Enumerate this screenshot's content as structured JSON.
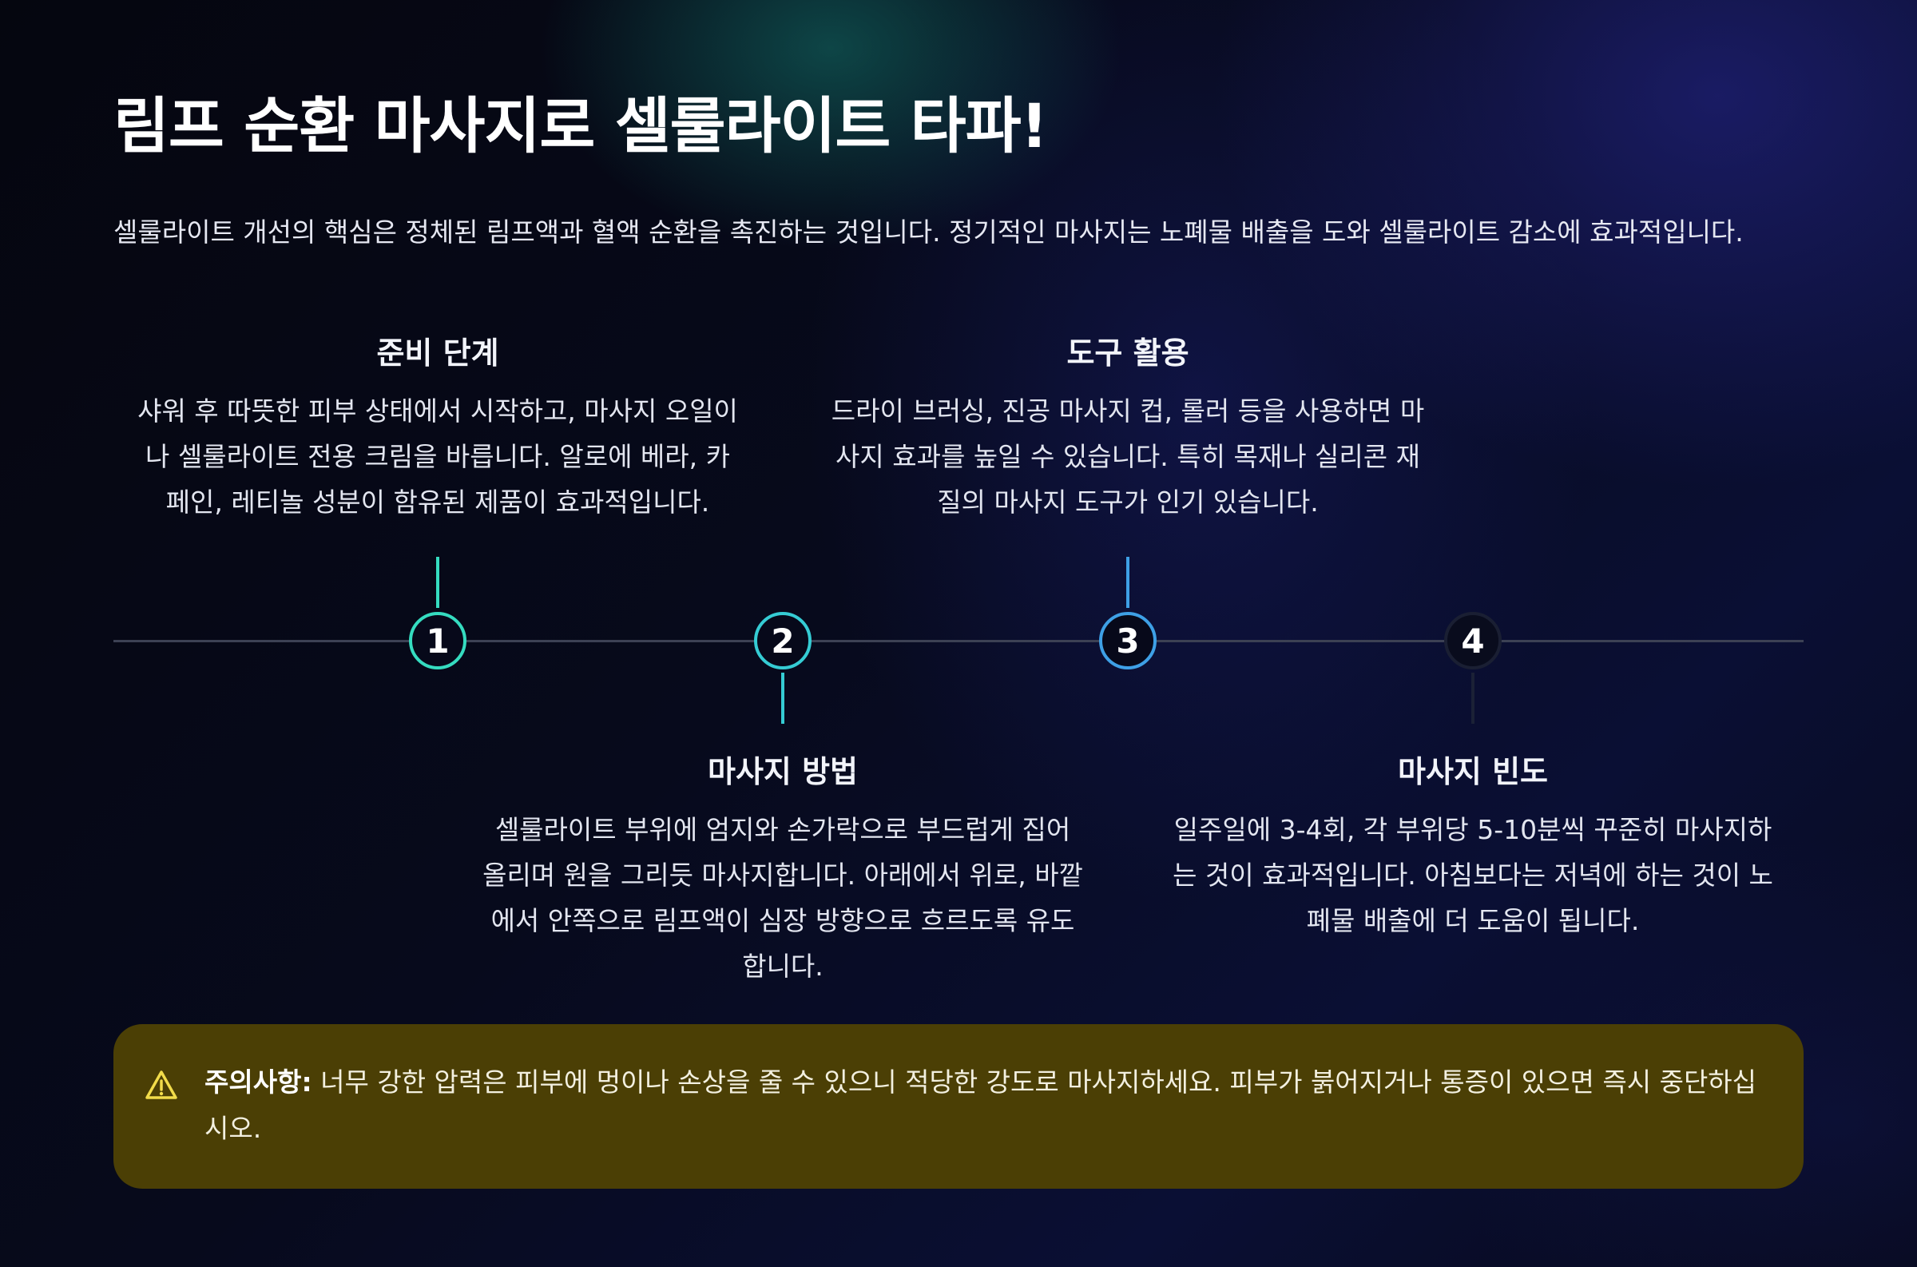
{
  "header": {
    "title": "림프 순환 마사지로 셀룰라이트 타파!",
    "intro": "셀룰라이트 개선의 핵심은 정체된 림프액과 혈액 순환을 촉진하는 것입니다. 정기적인 마사지는 노폐물 배출을 도와 셀룰라이트 감소에 효과적입니다."
  },
  "timeline": {
    "steps": [
      {
        "number": "1",
        "title": "준비 단계",
        "description": "샤워 후 따뜻한 피부 상태에서 시작하고, 마사지 오일이나 셀룰라이트 전용 크림을 바릅니다. 알로에 베라, 카페인, 레티놀 성분이 함유된 제품이 효과적입니다.",
        "color": "#35dcc0"
      },
      {
        "number": "2",
        "title": "마사지 방법",
        "description": "셀룰라이트 부위에 엄지와 손가락으로 부드럽게 집어 올리며 원을 그리듯 마사지합니다. 아래에서 위로, 바깥에서 안쪽으로 림프액이 심장 방향으로 흐르도록 유도합니다.",
        "color": "#35ccd4"
      },
      {
        "number": "3",
        "title": "도구 활용",
        "description": "드라이 브러싱, 진공 마사지 컵, 롤러 등을 사용하면 마사지 효과를 높일 수 있습니다. 특히 목재나 실리콘 재질의 마사지 도구가 인기 있습니다.",
        "color": "#3ea0e6"
      },
      {
        "number": "4",
        "title": "마사지 빈도",
        "description": "일주일에 3-4회, 각 부위당 5-10분씩 꾸준히 마사지하는 것이 효과적입니다. 아침보다는 저녁에 하는 것이 노폐물 배출에 더 도움이 됩니다.",
        "color": "#1a1f33"
      }
    ]
  },
  "warning": {
    "icon": "warning-triangle-icon",
    "label": "주의사항:",
    "text": " 너무 강한 압력은 피부에 멍이나 손상을 줄 수 있으니 적당한 강도로 마사지하세요. 피부가 붉어지거나 통증이 있으면 즉시 중단하십시오.",
    "color": "#4b3f05"
  }
}
